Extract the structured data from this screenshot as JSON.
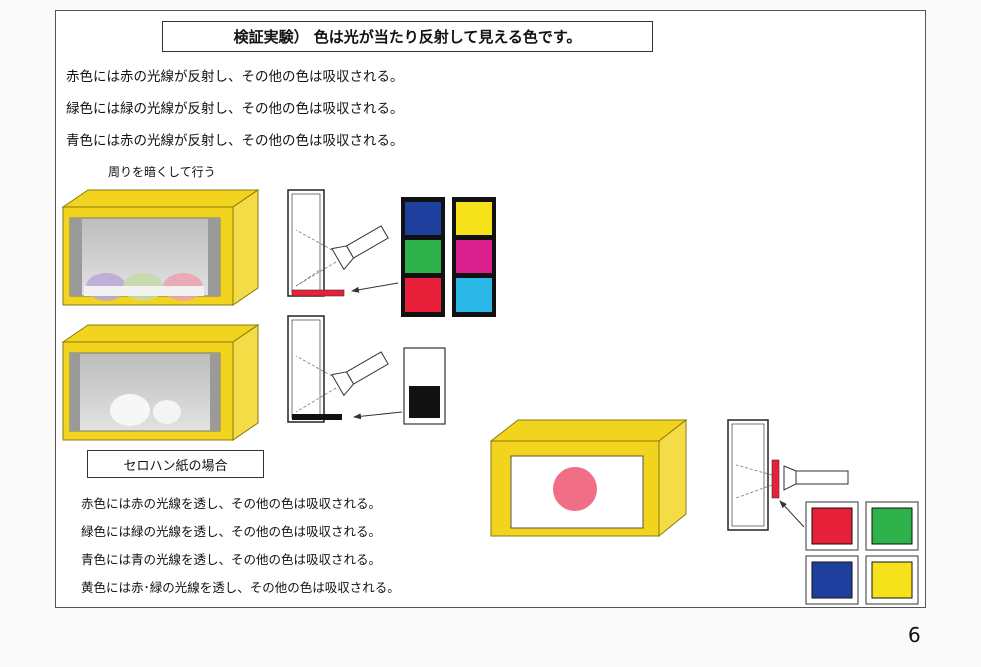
{
  "title": "検証実験） 色は光が当たり反射して見える色です。",
  "reflection_lines": [
    "赤色には赤の光線が反射し、その他の色は吸収される。",
    "緑色には緑の光線が反射し、その他の色は吸収される。",
    "青色には赤の光線が反射し、その他の色は吸収される。"
  ],
  "dim_label": "周りを暗くして行う",
  "cellophane": {
    "heading": "セロハン紙の場合",
    "lines": [
      "赤色には赤の光線を透し、その他の色は吸収される。",
      "緑色には緑の光線を透し、その他の色は吸収される。",
      "青色には青の光線を透し、その他の色は吸収される。",
      "黄色には赤･緑の光線を透し、その他の色は吸収される。"
    ]
  },
  "page_number": "6",
  "colors": {
    "box_yellow": "#f2d41e",
    "box_edge": "#8a7a10",
    "red": "#e8203a",
    "green": "#2fb24b",
    "blue": "#1e3f9e",
    "yellow": "#f6e21a",
    "magenta": "#d81f8c",
    "cyan": "#2cb8e6",
    "black": "#111111",
    "pink_spot": "#f06f86"
  },
  "swatch_sets": {
    "primary": [
      "blue",
      "green",
      "red"
    ],
    "complementary": [
      "yellow",
      "magenta",
      "cyan"
    ],
    "filters": [
      "red",
      "green",
      "blue",
      "yellow"
    ]
  }
}
